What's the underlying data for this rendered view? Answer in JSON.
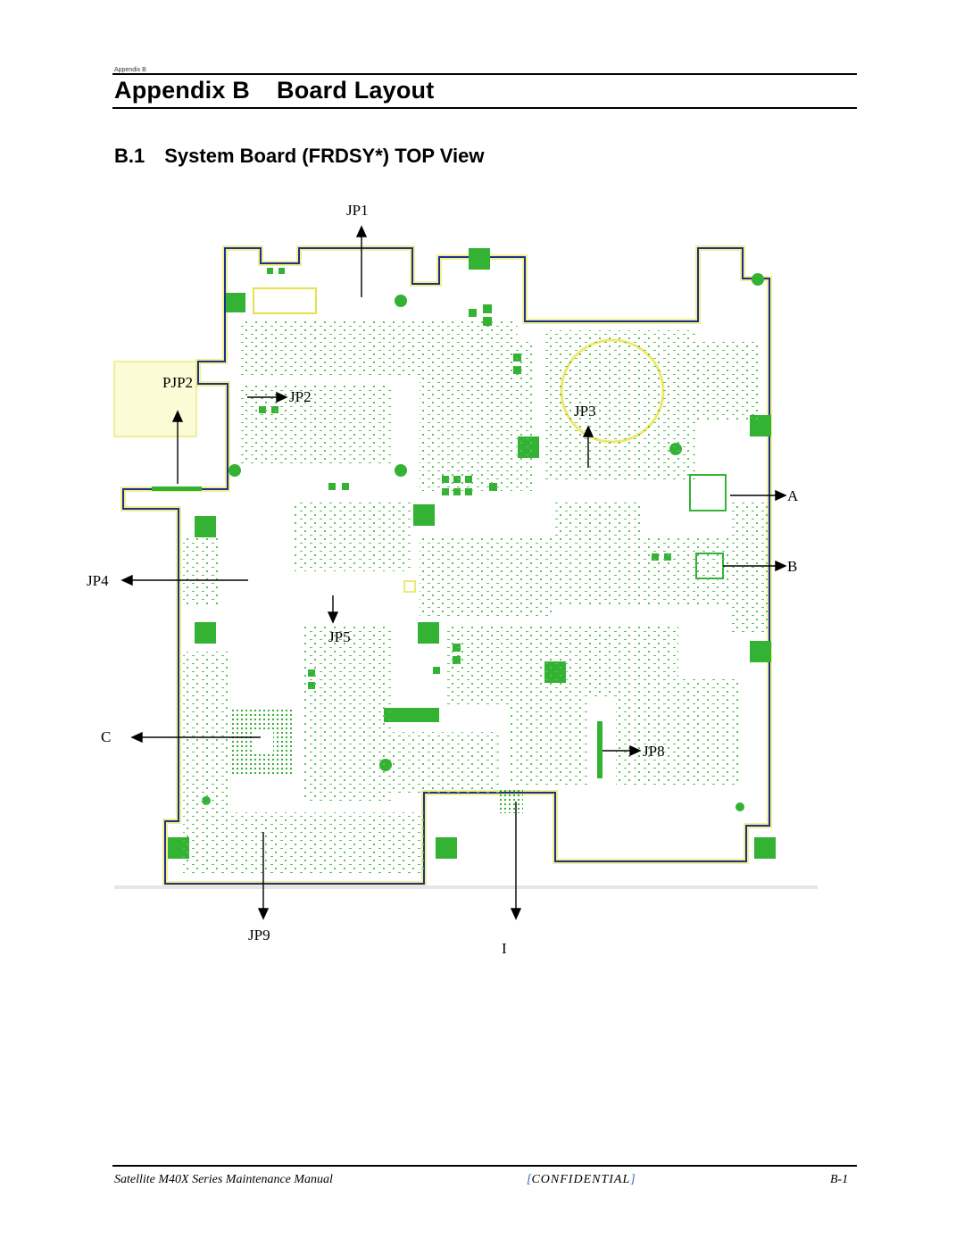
{
  "header": {
    "running_head": "Appendix B",
    "chapter_number": "Appendix B",
    "chapter_title": "Board Layout",
    "section_number": "B.1",
    "section_title": "System Board (FRDSY*) TOP View"
  },
  "figure": {
    "callouts": {
      "jp1": "JP1",
      "pjp2": "PJP2",
      "jp2": "JP2",
      "jp3": "JP3",
      "a": "A",
      "b": "B",
      "jp4": "JP4",
      "jp5": "JP5",
      "c": "C",
      "jp8": "JP8",
      "jp9": "JP9",
      "i": "I"
    },
    "colors": {
      "board_outline": "#1a2f9c",
      "board_halo": "#f2f08a",
      "component": "#33b233",
      "arrow": "#000000"
    }
  },
  "footer": {
    "manual_title": "Satellite M40X Series Maintenance Manual",
    "confidential": "CONFIDENTIAL",
    "page": "B-1"
  }
}
